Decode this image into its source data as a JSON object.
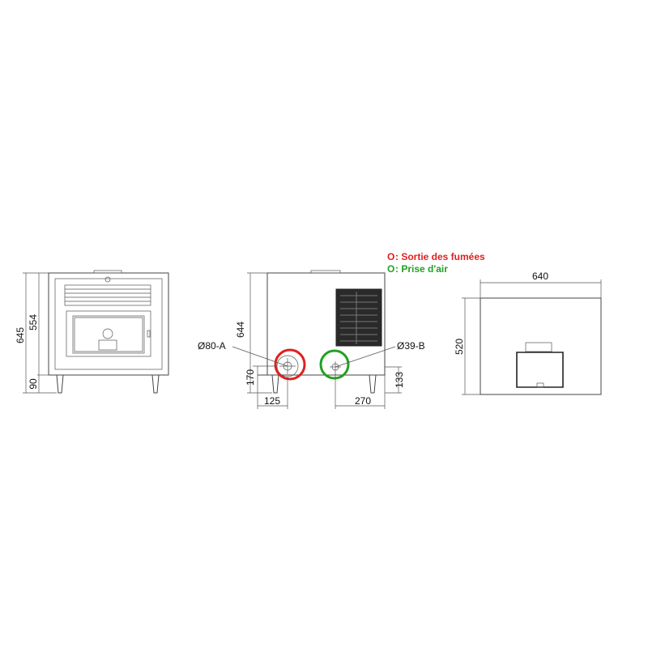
{
  "legend": {
    "items": [
      {
        "marker": "O",
        "text": " : Sortie des fumées",
        "color": "#e02020"
      },
      {
        "marker": "O",
        "text": " : Prise d'air",
        "color": "#22a022"
      }
    ]
  },
  "front_view": {
    "dim_total_height": "645",
    "dim_body_height": "554",
    "dim_legs": "90"
  },
  "back_view": {
    "dim_height": "644",
    "label_flue": "Ø80-A",
    "label_air": "Ø39-B",
    "dim_flue_height": "170",
    "dim_flue_offset": "125",
    "dim_air_offset": "270",
    "dim_air_height": "133"
  },
  "top_view": {
    "dim_width": "640",
    "dim_depth": "520"
  },
  "colors": {
    "flue_circle": "#e02020",
    "air_circle": "#22a022",
    "line": "#444444"
  }
}
